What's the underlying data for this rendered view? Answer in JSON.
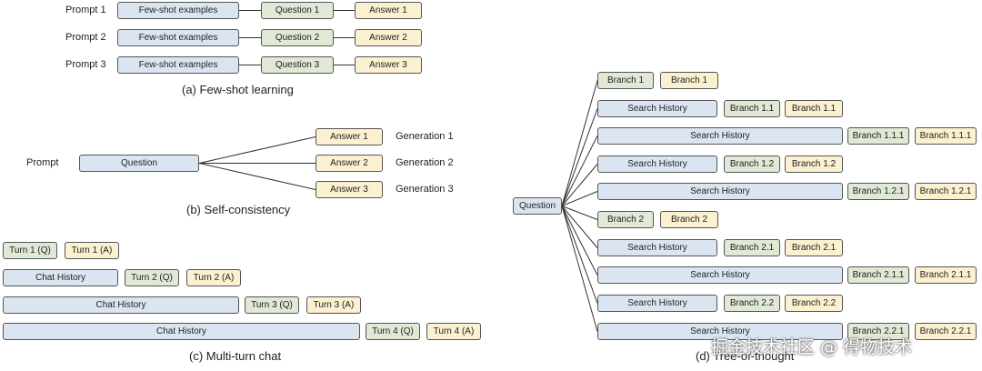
{
  "few_shot": {
    "rows": [
      {
        "prompt": "Prompt 1",
        "examples": "Few-shot examples",
        "question": "Question 1",
        "answer": "Answer 1"
      },
      {
        "prompt": "Prompt 2",
        "examples": "Few-shot examples",
        "question": "Question 2",
        "answer": "Answer 2"
      },
      {
        "prompt": "Prompt 3",
        "examples": "Few-shot examples",
        "question": "Question 3",
        "answer": "Answer 3"
      }
    ],
    "caption": "(a) Few-shot learning"
  },
  "self_consistency": {
    "prompt_label": "Prompt",
    "question": "Question",
    "answers": [
      "Answer 1",
      "Answer 2",
      "Answer 3"
    ],
    "generations": [
      "Generation 1",
      "Generation 2",
      "Generation 3"
    ],
    "caption": "(b) Self-consistency"
  },
  "multi_turn": {
    "rows": [
      {
        "history": "",
        "q": "Turn 1 (Q)",
        "a": "Turn 1 (A)"
      },
      {
        "history": "Chat History",
        "q": "Turn 2 (Q)",
        "a": "Turn 2 (A)"
      },
      {
        "history": "Chat History",
        "q": "Turn 3 (Q)",
        "a": "Turn 3 (A)"
      },
      {
        "history": "Chat History",
        "q": "Turn 4 (Q)",
        "a": "Turn 4 (A)"
      }
    ],
    "caption": "(c) Multi-turn chat"
  },
  "tree_of_thought": {
    "root": "Question",
    "rows": [
      {
        "history": "",
        "branch_q": "Branch 1",
        "branch_a": "Branch 1"
      },
      {
        "history": "Search History",
        "branch_q": "Branch 1.1",
        "branch_a": "Branch 1.1"
      },
      {
        "history": "Search History",
        "branch_q": "Branch 1.1.1",
        "branch_a": "Branch 1.1.1"
      },
      {
        "history": "Search History",
        "branch_q": "Branch 1.2",
        "branch_a": "Branch 1.2"
      },
      {
        "history": "Search History",
        "branch_q": "Branch 1.2.1",
        "branch_a": "Branch 1.2.1"
      },
      {
        "history": "",
        "branch_q": "Branch 2",
        "branch_a": "Branch 2"
      },
      {
        "history": "Search History",
        "branch_q": "Branch 2.1",
        "branch_a": "Branch 2.1"
      },
      {
        "history": "Search History",
        "branch_q": "Branch 2.1.1",
        "branch_a": "Branch 2.1.1"
      },
      {
        "history": "Search History",
        "branch_q": "Branch 2.2",
        "branch_a": "Branch 2.2"
      },
      {
        "history": "Search History",
        "branch_q": "Branch 2.2.1",
        "branch_a": "Branch 2.2.1"
      }
    ],
    "caption": "(d) Tree-of-thought"
  },
  "watermark": "掘金技术社区 @ 得物技术",
  "colors": {
    "history": "#dbe5f1",
    "question": "#dfe9d6",
    "answer": "#fbf0cf",
    "border": "#555555",
    "line": "#333333"
  }
}
